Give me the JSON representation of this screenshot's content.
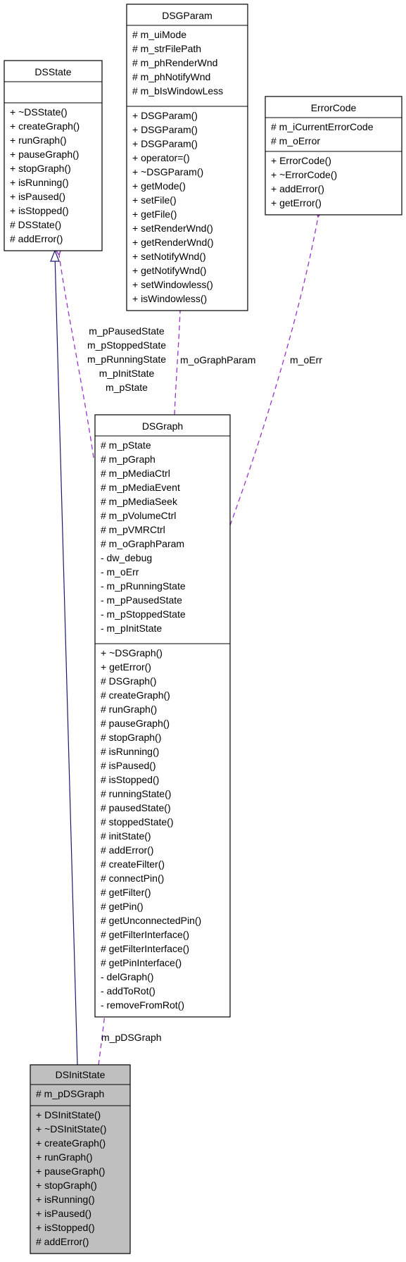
{
  "colors": {
    "inheritance": "#191970",
    "usage": "#9a32cd",
    "highlight_fill": "#bfbfbf",
    "box_fill": "#ffffff"
  },
  "classes": {
    "dsparam": {
      "name": "DSGParam",
      "attributes": [
        "# m_uiMode",
        "# m_strFilePath",
        "# m_phRenderWnd",
        "# m_phNotifyWnd",
        "# m_bIsWindowLess"
      ],
      "methods": [
        "+ DSGParam()",
        "+ DSGParam()",
        "+ DSGParam()",
        "+ operator=()",
        "+ ~DSGParam()",
        "+ getMode()",
        "+ setFile()",
        "+ getFile()",
        "+ setRenderWnd()",
        "+ getRenderWnd()",
        "+ setNotifyWnd()",
        "+ getNotifyWnd()",
        "+ setWindowless()",
        "+ isWindowless()"
      ]
    },
    "dsstate": {
      "name": "DSState",
      "attributes": [],
      "methods": [
        "+ ~DSState()",
        "+ createGraph()",
        "+ runGraph()",
        "+ pauseGraph()",
        "+ stopGraph()",
        "+ isRunning()",
        "+ isPaused()",
        "+ isStopped()",
        "# DSState()",
        "# addError()"
      ]
    },
    "errorcode": {
      "name": "ErrorCode",
      "attributes": [
        "# m_iCurrentErrorCode",
        "# m_oError"
      ],
      "methods": [
        "+ ErrorCode()",
        "+ ~ErrorCode()",
        "+ addError()",
        "+ getError()"
      ]
    },
    "dsgraph": {
      "name": "DSGraph",
      "attributes": [
        "# m_pState",
        "# m_pGraph",
        "# m_pMediaCtrl",
        "# m_pMediaEvent",
        "# m_pMediaSeek",
        "# m_pVolumeCtrl",
        "# m_pVMRCtrl",
        "# m_oGraphParam",
        "- dw_debug",
        "- m_oErr",
        "- m_pRunningState",
        "- m_pPausedState",
        "- m_pStoppedState",
        "- m_pInitState"
      ],
      "methods": [
        "+ ~DSGraph()",
        "+ getError()",
        "# DSGraph()",
        "# createGraph()",
        "# runGraph()",
        "# pauseGraph()",
        "# stopGraph()",
        "# isRunning()",
        "# isPaused()",
        "# isStopped()",
        "# runningState()",
        "# pausedState()",
        "# stoppedState()",
        "# initState()",
        "# addError()",
        "# createFilter()",
        "# connectPin()",
        "# getFilter()",
        "# getPin()",
        "# getUnconnectedPin()",
        "# getFilterInterface()",
        "# getFilterInterface()",
        "# getPinInterface()",
        "- delGraph()",
        "- addToRot()",
        "- removeFromRot()"
      ]
    },
    "dsinitstate": {
      "name": "DSInitState",
      "attributes": [
        "# m_pDSGraph"
      ],
      "methods": [
        "+ DSInitState()",
        "+ ~DSInitState()",
        "+ createGraph()",
        "+ runGraph()",
        "+ pauseGraph()",
        "+ stopGraph()",
        "+ isRunning()",
        "+ isPaused()",
        "+ isStopped()",
        "# addError()"
      ]
    }
  },
  "edge_labels": {
    "state_refs": [
      "m_pPausedState",
      "m_pStoppedState",
      "m_pRunningState",
      "m_pInitState",
      "m_pState"
    ],
    "graph_param": "m_oGraphParam",
    "err": "m_oErr",
    "ds_graph": "m_pDSGraph"
  }
}
